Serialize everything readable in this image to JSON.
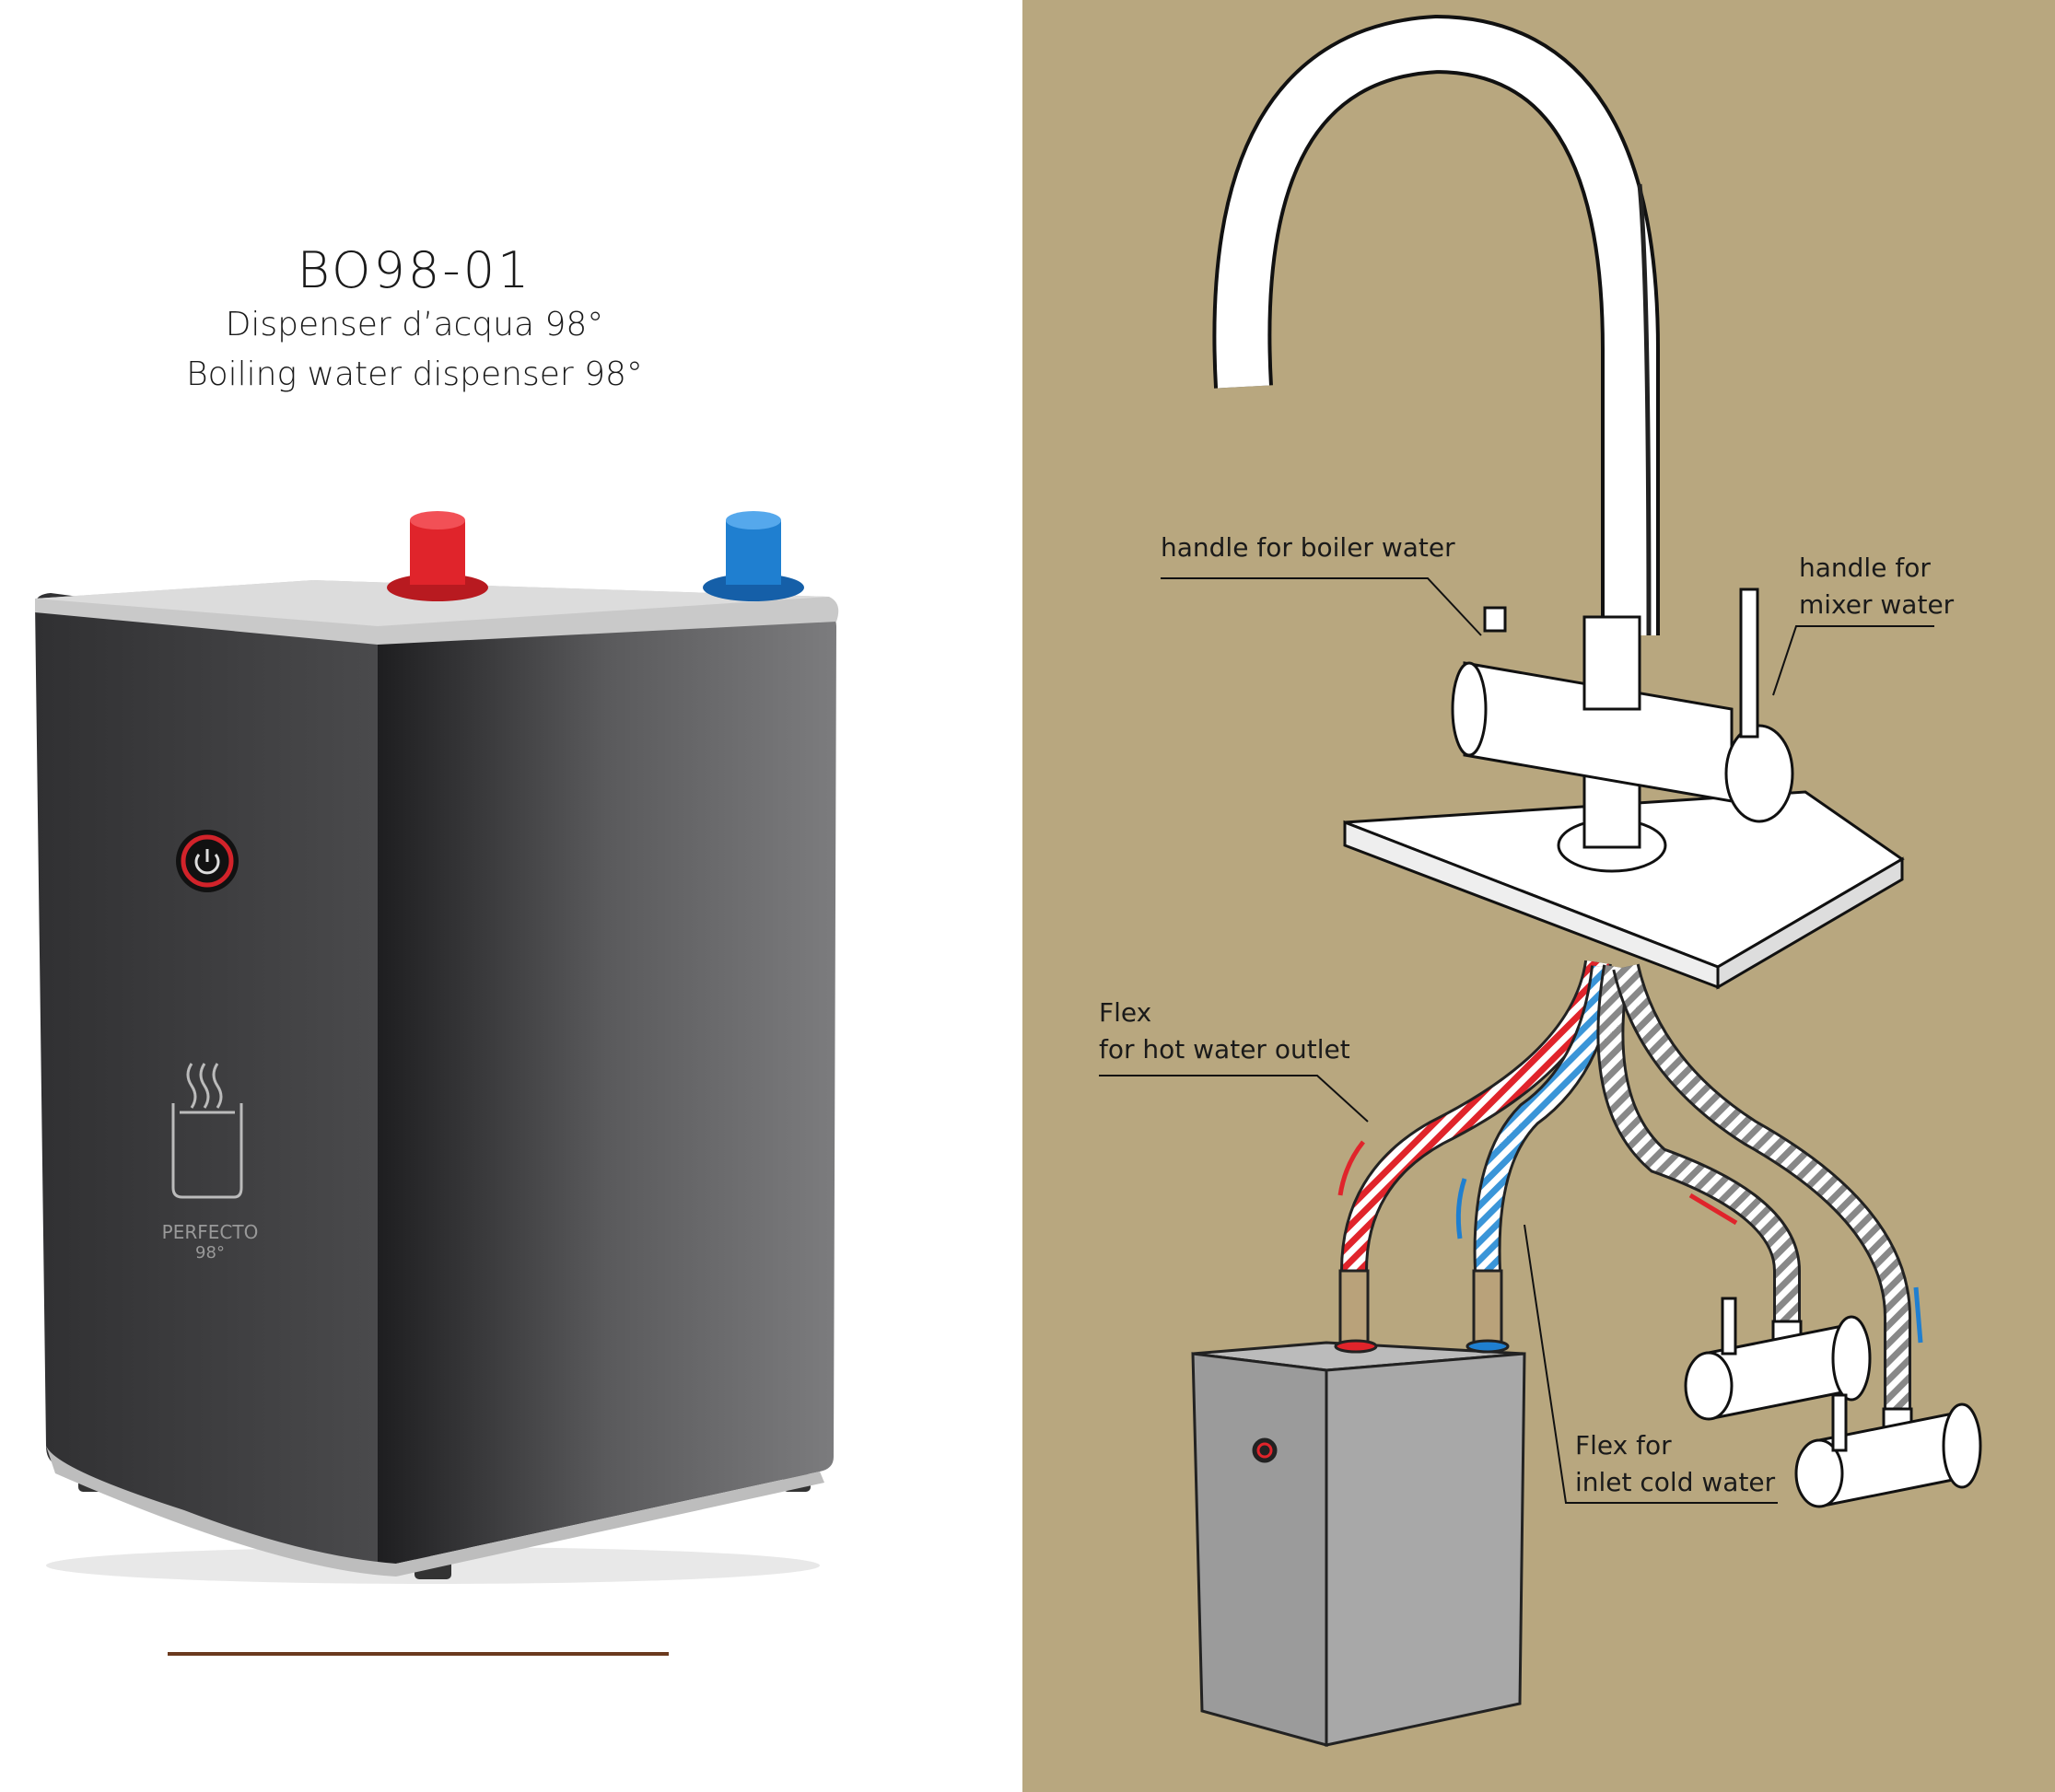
{
  "product": {
    "code": "BO98-01",
    "name_it": "Dispenser d’acqua 98°",
    "name_en": "Boiling water dispenser 98°",
    "device_brand": "PERFECTO",
    "device_brand_temp": "98°"
  },
  "diagram": {
    "label_boiler_handle": "handle for boiler water",
    "label_mixer_handle_1": "handle for",
    "label_mixer_handle_2": "mixer water",
    "label_hot_flex_1": "Flex",
    "label_hot_flex_2": "for hot water outlet",
    "label_cold_flex_1": "Flex for",
    "label_cold_flex_2": "inlet cold water"
  },
  "colors": {
    "background_right": "#b8a77f",
    "rule": "#6b3a1e",
    "hot": "#e0242b",
    "cold": "#1f7fd0"
  }
}
